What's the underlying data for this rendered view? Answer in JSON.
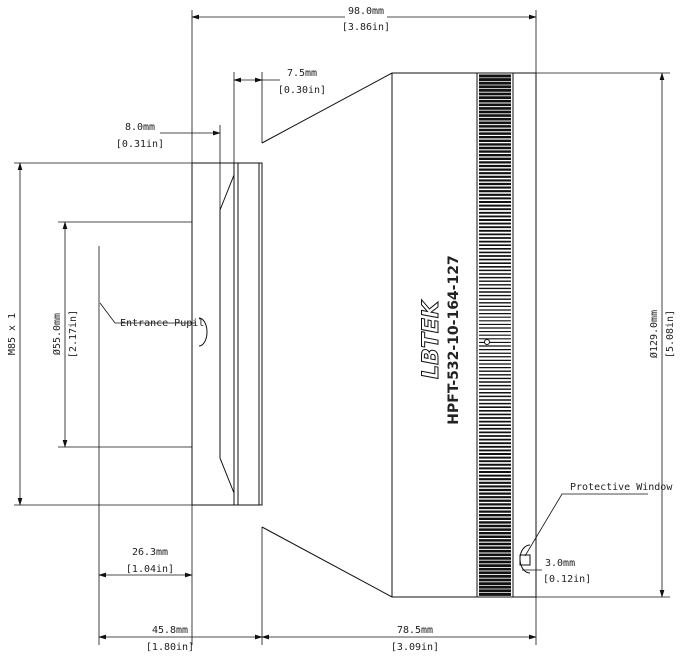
{
  "dimensions": {
    "overall_length": {
      "mm": "98.0mm",
      "in": "[3.86in]"
    },
    "flange_width": {
      "mm": "7.5mm",
      "in": "[0.30in]"
    },
    "front_width": {
      "mm": "8.0mm",
      "in": "[0.31in]"
    },
    "thread": "M85 x 1",
    "aperture": {
      "mm": "Ø55.0mm",
      "in": "[2.17in]"
    },
    "body_diameter": {
      "mm": "Ø129.0mm",
      "in": "[5.08in]"
    },
    "pupil_distance": {
      "mm": "26.3mm",
      "in": "[1.04in]"
    },
    "front_to_body": {
      "mm": "45.8mm",
      "in": "[1.80in]"
    },
    "body_length": {
      "mm": "78.5mm",
      "in": "[3.09in]"
    },
    "window_thickness": {
      "mm": "3.0mm",
      "in": "[0.12in]"
    }
  },
  "labels": {
    "entrance_pupil": "Entrance Pupil",
    "protective_window": "Protective Window"
  },
  "marking": {
    "brand": "LBTEK",
    "model": "HPFT-532-10-164-127"
  }
}
